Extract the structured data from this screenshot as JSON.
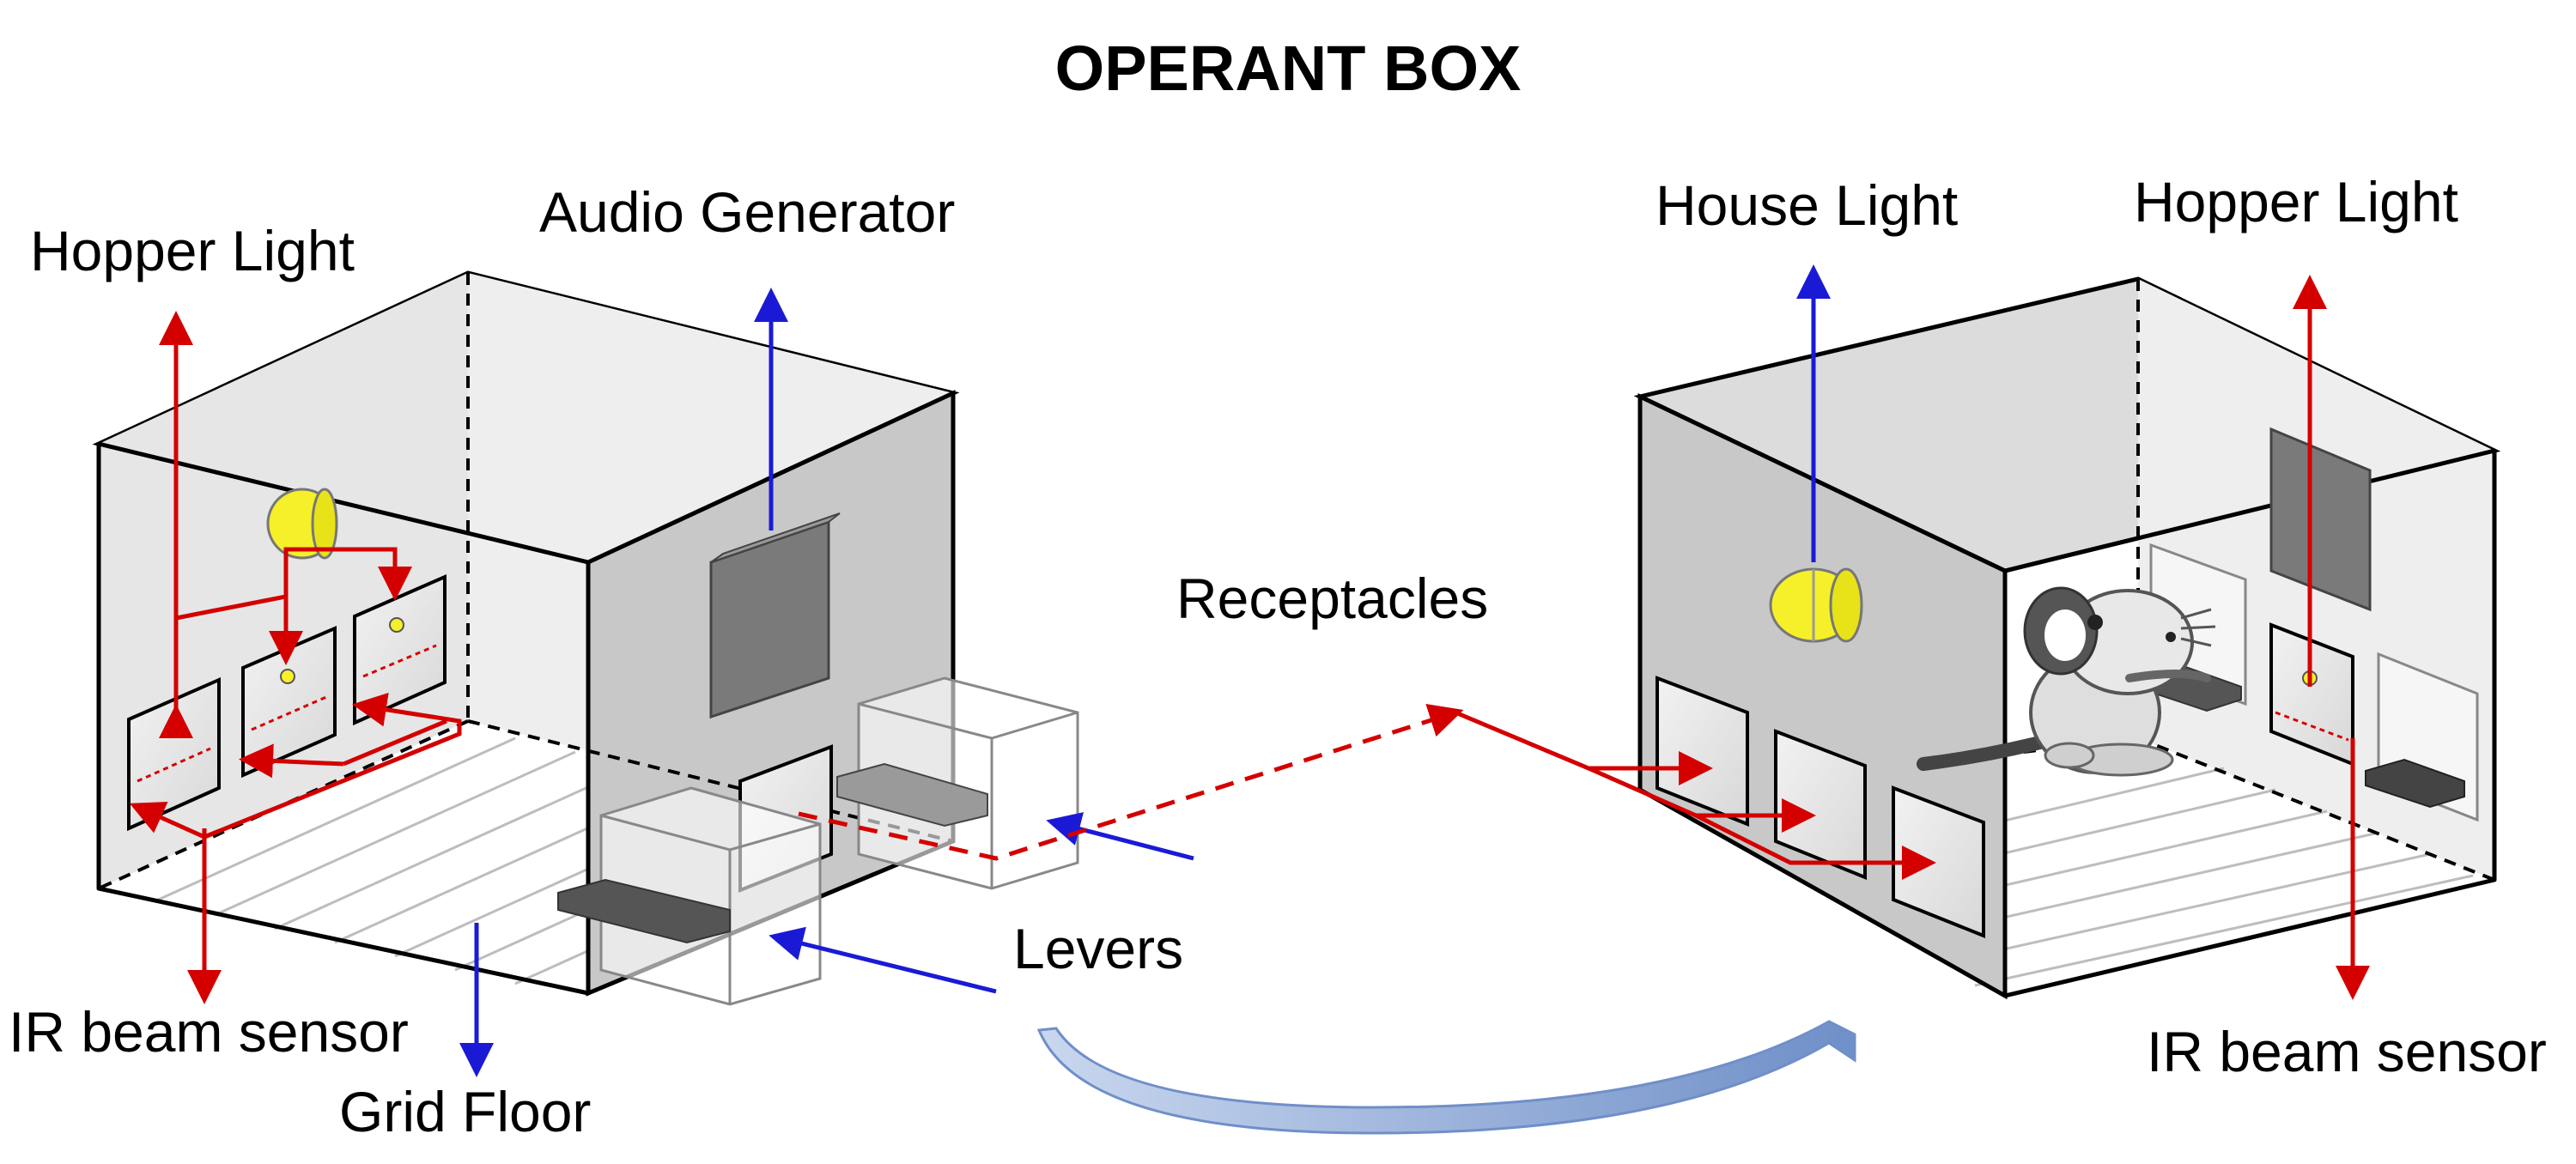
{
  "title": "OPERANT BOX",
  "labels": {
    "hopper_light_left": "Hopper Light",
    "audio_generator": "Audio Generator",
    "house_light": "House Light",
    "hopper_light_right": "Hopper Light",
    "receptacles": "Receptacles",
    "levers": "Levers",
    "ir_beam_sensor_left": "IR beam sensor",
    "grid_floor": "Grid Floor",
    "ir_beam_sensor_right": "IR beam sensor"
  },
  "colors": {
    "red_arrow": "#d40000",
    "blue_arrow": "#1a1ad6",
    "light_yellow": "#f5f02a",
    "wall_gray": "#c8c8c8",
    "panel_gray": "#7a7a7a",
    "curved_arrow": "#8fa9d6"
  }
}
